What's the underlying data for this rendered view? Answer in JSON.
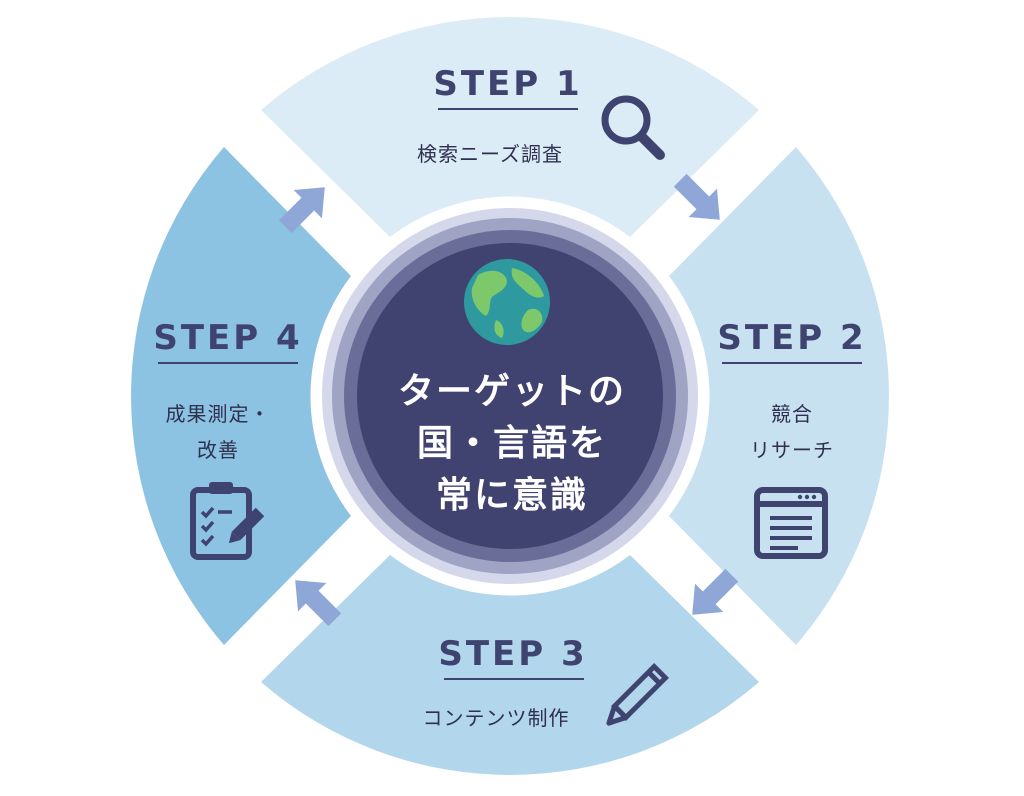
{
  "center": {
    "line1": "ターゲットの",
    "line2": "国・言語を",
    "line3": "常に意識",
    "icon": "globe-icon"
  },
  "steps": [
    {
      "title": "STEP 1",
      "desc_lines": [
        "検索ニーズ調査"
      ],
      "icon": "search-icon"
    },
    {
      "title": "STEP 2",
      "desc_lines": [
        "競合",
        "リサーチ"
      ],
      "icon": "browser-window-icon"
    },
    {
      "title": "STEP 3",
      "desc_lines": [
        "コンテンツ制作"
      ],
      "icon": "pencil-icon"
    },
    {
      "title": "STEP 4",
      "desc_lines": [
        "成果測定・",
        "改善"
      ],
      "icon": "clipboard-checklist-icon"
    }
  ],
  "colors": {
    "step1": "#dcecf6",
    "step2": "#c8e1f1",
    "step3": "#b2d6ec",
    "step4": "#8dc3e2",
    "arrow": "#8ea7d6",
    "navy": "#3f4370",
    "center": "#40426f"
  }
}
